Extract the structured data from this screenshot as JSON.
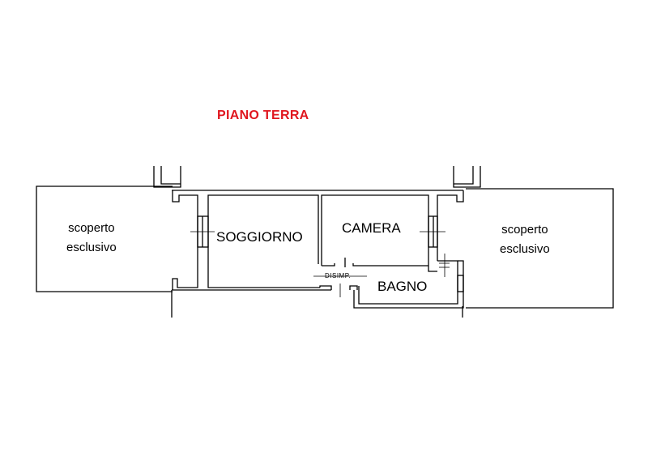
{
  "title": "PIANO TERRA",
  "title_color": "#e0161e",
  "rooms": {
    "scoperto_left_line1": "scoperto",
    "scoperto_left_line2": "esclusivo",
    "soggiorno": "SOGGIORNO",
    "camera": "CAMERA",
    "disimp": "DISIMP.",
    "bagno": "BAGNO",
    "scoperto_right_line1": "scoperto",
    "scoperto_right_line2": "esclusivo"
  }
}
